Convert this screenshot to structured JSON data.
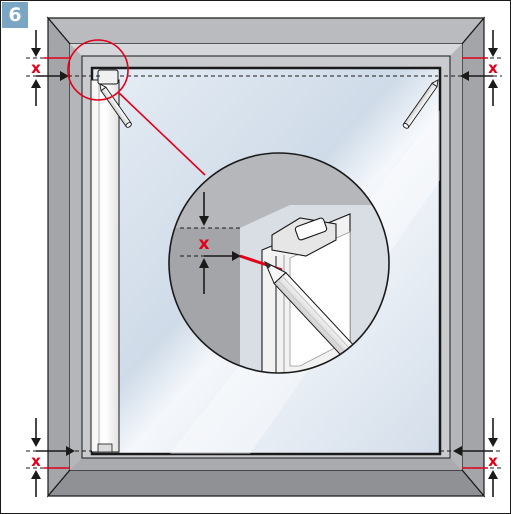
{
  "step": {
    "number": "6",
    "badge_color": "#7aa6c4"
  },
  "measurement_label": "x",
  "colors": {
    "accent_red": "#e3001b",
    "frame_gray": "#a3a5a8",
    "frame_gray_light": "#c4c6c9",
    "frame_gray_mid": "#b4b6b9",
    "glass_blue": "#dfe8f1",
    "outline": "#1a1a1a"
  },
  "icons": [
    "pencil-icon",
    "mounting-clip-icon",
    "magnifier-callout",
    "dimension-arrow-icon"
  ]
}
